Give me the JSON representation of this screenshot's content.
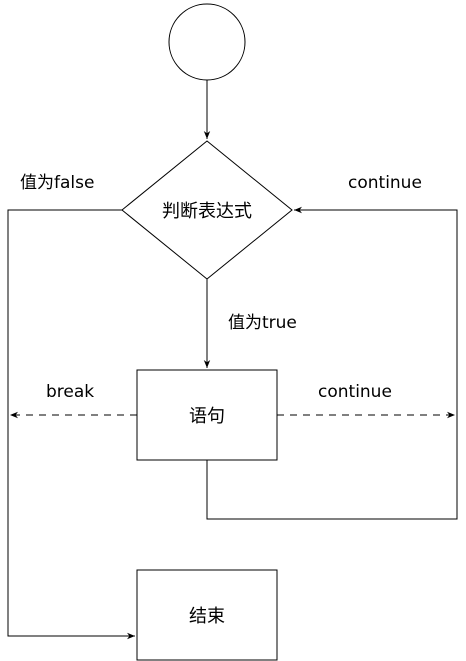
{
  "nodes": {
    "condition": "判断表达式",
    "statement": "语句",
    "end": "结束"
  },
  "edge_labels": {
    "false_label": "值为false",
    "true_label": "值为true",
    "continue_top": "continue",
    "continue_right": "continue",
    "break_label": "break"
  },
  "colors": {
    "stroke": "#000000",
    "fill": "#ffffff"
  }
}
